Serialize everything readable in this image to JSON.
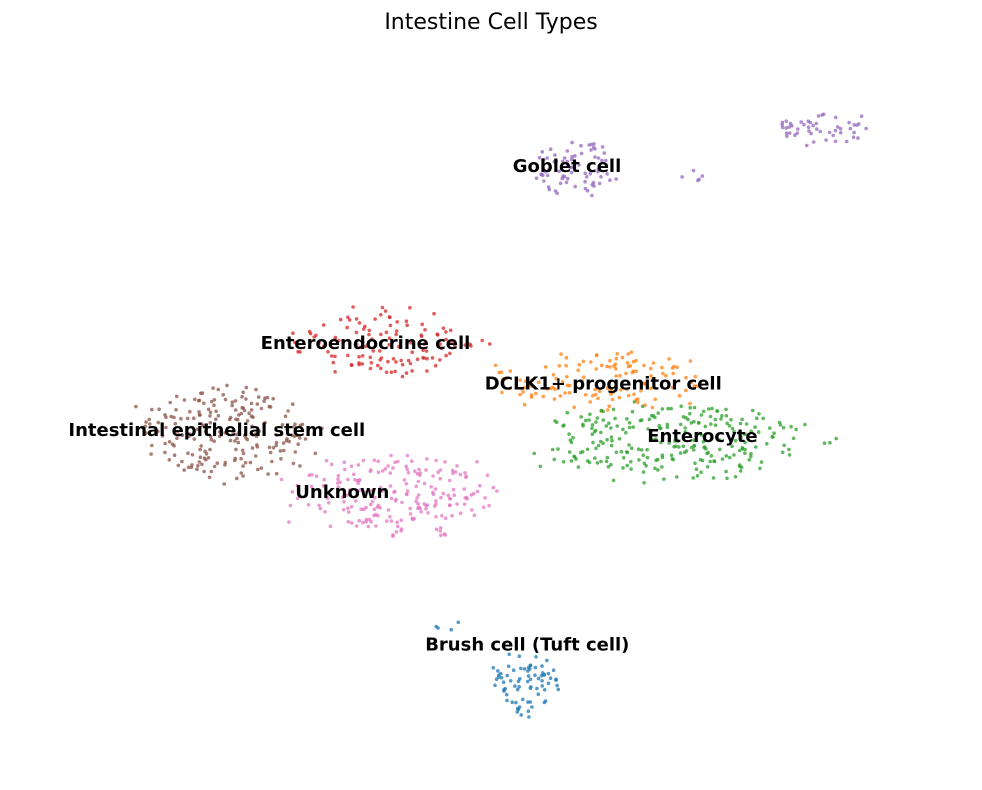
{
  "chart_data": {
    "type": "scatter",
    "title": "Intestine Cell Types",
    "xlabel": "",
    "ylabel": "",
    "axes_visible": false,
    "grid": false,
    "legend": "none",
    "xlim": [
      -13.5,
      13.5
    ],
    "ylim": [
      -10.7,
      10.7
    ],
    "series": [
      {
        "name": "Goblet cell",
        "color": "#9467bd",
        "clusters": [
          {
            "center": [
              2.5,
              8.0
            ],
            "spread": [
              1.2,
              1.0
            ],
            "n": 75
          },
          {
            "center": [
              10.0,
              9.3
            ],
            "spread": [
              1.4,
              0.5
            ],
            "n": 50
          },
          {
            "center": [
              6.0,
              7.7
            ],
            "spread": [
              0.6,
              0.3
            ],
            "n": 5
          }
        ]
      },
      {
        "name": "Enteroendocrine cell",
        "color": "#d62728",
        "clusters": [
          {
            "center": [
              -3.2,
              2.4
            ],
            "spread": [
              2.8,
              1.1
            ],
            "n": 120
          }
        ]
      },
      {
        "name": "DCLK1+ progenitor cell",
        "color": "#ff7f0e",
        "clusters": [
          {
            "center": [
              3.2,
              1.2
            ],
            "spread": [
              3.0,
              1.0
            ],
            "n": 130
          }
        ]
      },
      {
        "name": "Intestinal epithelial stem cell",
        "color": "#8c564b",
        "clusters": [
          {
            "center": [
              -8.0,
              -0.5
            ],
            "spread": [
              2.6,
              1.5
            ],
            "n": 210
          }
        ]
      },
      {
        "name": "Enterocyte",
        "color": "#2ca02c",
        "clusters": [
          {
            "center": [
              5.6,
              -0.8
            ],
            "spread": [
              4.1,
              1.2
            ],
            "n": 260
          }
        ]
      },
      {
        "name": "Unknown",
        "color": "#e377c2",
        "clusters": [
          {
            "center": [
              -3.0,
              -2.5
            ],
            "spread": [
              3.0,
              1.3
            ],
            "n": 210
          }
        ]
      },
      {
        "name": "Brush cell (Tuft cell)",
        "color": "#1f77b4",
        "clusters": [
          {
            "center": [
              1.0,
              -8.6
            ],
            "spread": [
              1.0,
              0.9
            ],
            "n": 75
          },
          {
            "center": [
              -1.2,
              -6.7
            ],
            "spread": [
              0.5,
              0.2
            ],
            "n": 4
          }
        ]
      }
    ],
    "annotations": [
      {
        "text": "Goblet cell",
        "x": 2.3,
        "y": 8.1
      },
      {
        "text": "Enteroendocrine cell",
        "x": -3.8,
        "y": 2.4
      },
      {
        "text": "DCLK1+ progenitor cell",
        "x": 3.4,
        "y": 1.1
      },
      {
        "text": "Intestinal epithelial stem cell",
        "x": -8.3,
        "y": -0.4
      },
      {
        "text": "Enterocyte",
        "x": 6.4,
        "y": -0.6
      },
      {
        "text": "Unknown",
        "x": -4.5,
        "y": -2.4
      },
      {
        "text": "Brush cell (Tuft cell)",
        "x": 1.1,
        "y": -7.3
      }
    ]
  }
}
